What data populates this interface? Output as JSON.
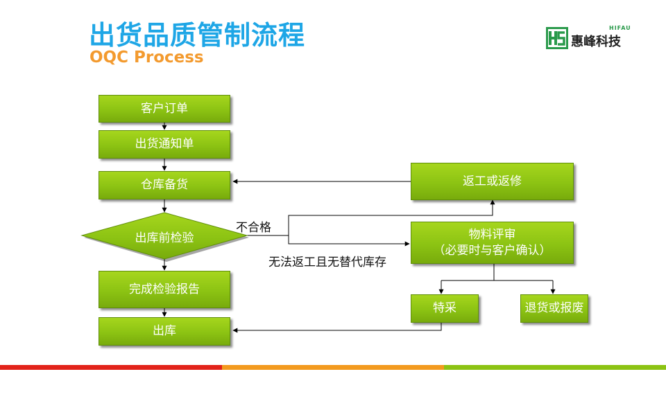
{
  "header": {
    "title": "出货品质管制流程",
    "subtitle": "OQC Process"
  },
  "logo": {
    "name_en": "HIFAU",
    "name_cn": "惠峰科技"
  },
  "flow": {
    "customer_order": "客户订单",
    "shipping_notice": "出货通知单",
    "warehouse_prep": "仓库备货",
    "pre_ship_inspection": "出库前检验",
    "complete_report": "完成检验报告",
    "outbound": "出库",
    "rework": "返工或返修",
    "mrb_review_line1": "物料评审",
    "mrb_review_line2": "（必要时与客户确认）",
    "special_acceptance": "特采",
    "return_or_scrap": "退货或报废",
    "label_fail": "不合格",
    "label_no_rework": "无法返工且无替代库存"
  },
  "colors": {
    "title": "#1ea6e6",
    "subtitle": "#f39a2e",
    "box_fill": "#8cc313",
    "bar_red": "#e2231a",
    "bar_orange": "#f39a1e",
    "bar_green": "#8cc313"
  }
}
